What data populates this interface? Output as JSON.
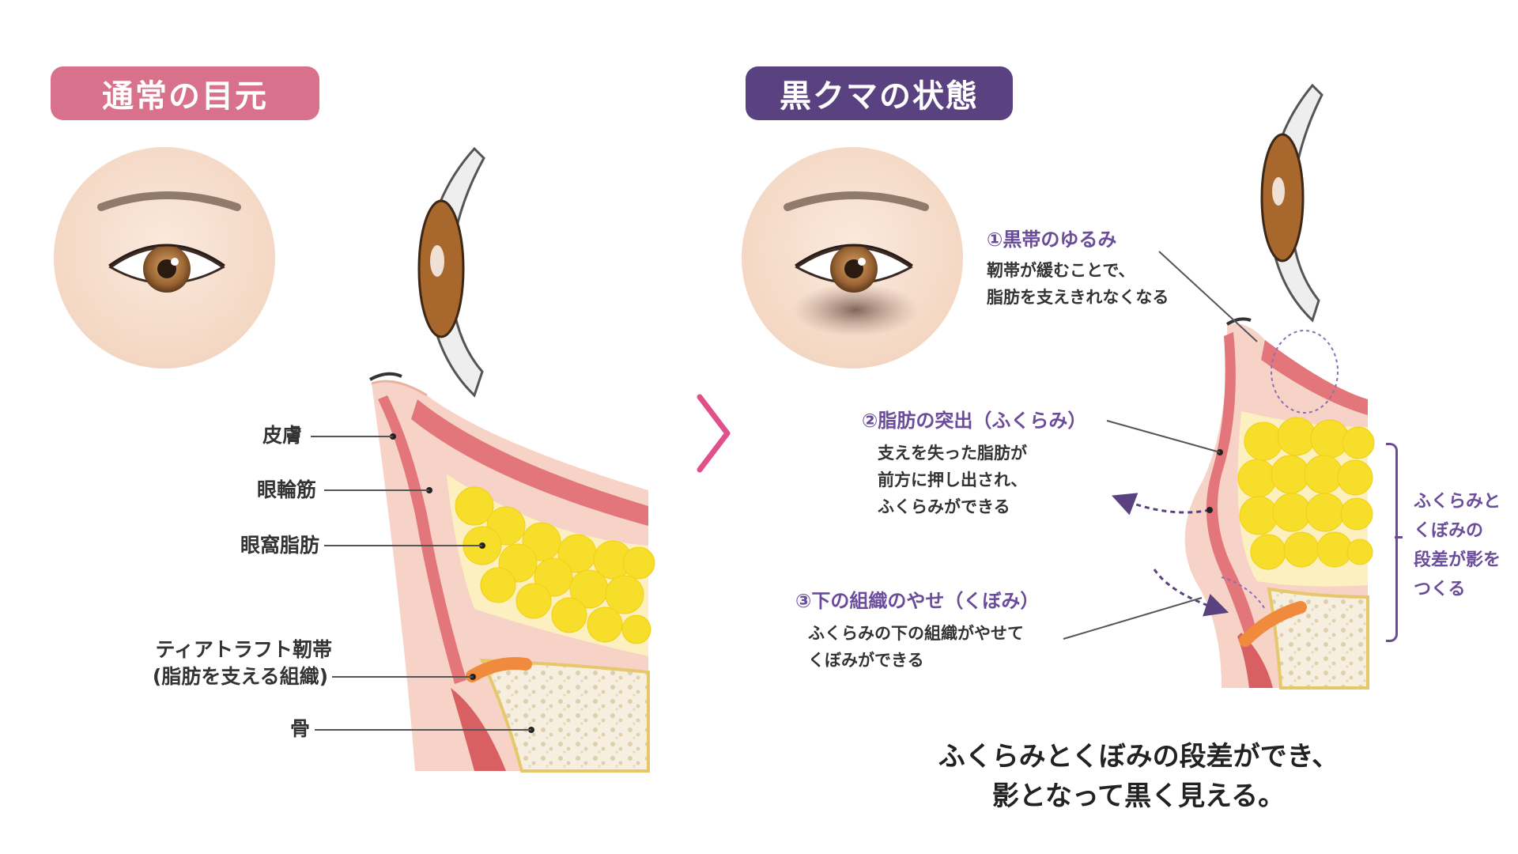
{
  "panels": {
    "normal": {
      "title": "通常の目元"
    },
    "dark_circle": {
      "title": "黒クマの状態"
    }
  },
  "anatomy_labels": {
    "skin": "皮膚",
    "orbicularis": "眼輪筋",
    "orbital_fat": "眼窩脂肪",
    "tear_trough_line1": "ティアトラフト靭帯",
    "tear_trough_line2": "(脂肪を支える組織)",
    "bone": "骨"
  },
  "points": [
    {
      "title": "①黒帯のゆるみ",
      "desc": "靭帯が緩むことで、\n脂肪を支えきれなくなる"
    },
    {
      "title": "②脂肪の突出（ふくらみ）",
      "desc": "支えを失った脂肪が\n前方に押し出され、\nふくらみができる"
    },
    {
      "title": "③下の組織のやせ（くぼみ）",
      "desc": "ふくらみの下の組織がやせて\nくぼみができる"
    }
  ],
  "shadow_note": [
    "ふくらみと",
    "くぼみの",
    "段差が影を",
    "つくる"
  ],
  "caption": [
    "ふくらみとくぼみの段差ができ、",
    "影となって黒く見える。"
  ],
  "colors": {
    "pill_left": "#d8728c",
    "pill_right": "#5a4280",
    "accent_purple": "#6b4c9a",
    "arrow_pink": "#e0508a",
    "fat_yellow": "#f6de2a",
    "muscle_red": "#e2767a",
    "ligament_orange": "#f08a3c"
  },
  "icons": [
    "eye-face-icon",
    "chevron-right-icon"
  ]
}
